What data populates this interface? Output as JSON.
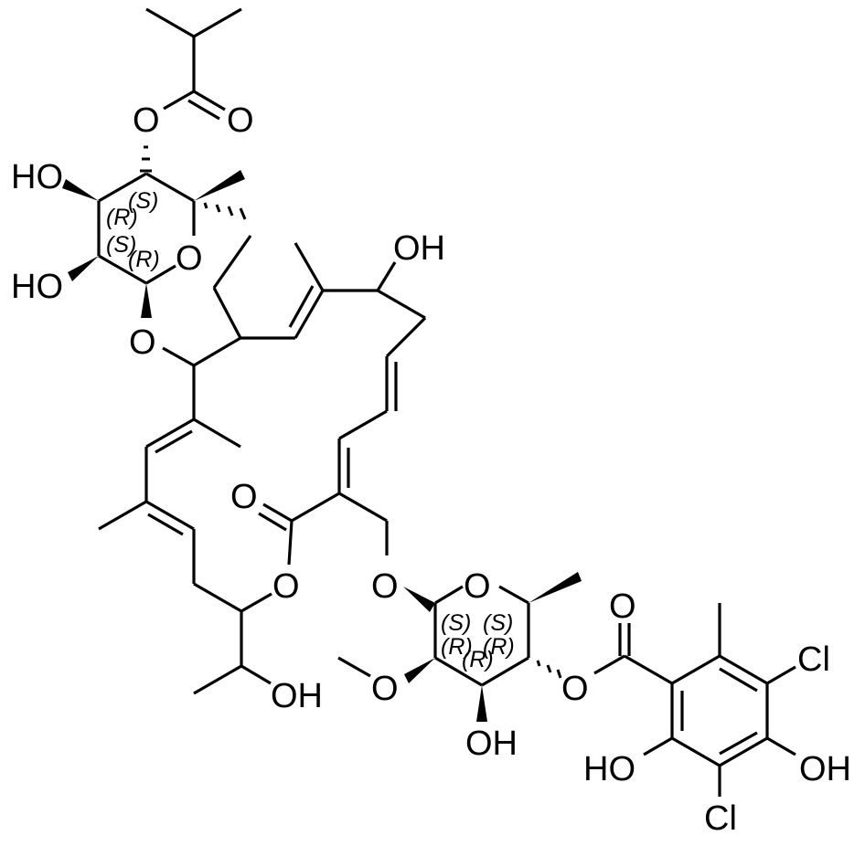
{
  "diagram": {
    "type": "chemical-structure",
    "description": "Macrolide glycoside (tiacumicin/fidaxomicin-type) skeletal formula",
    "colors": {
      "ink": "#000000",
      "background": "#ffffff"
    }
  },
  "labels": {
    "ester_top_O_ring": "O",
    "ester_top_O_carbonyl": "O",
    "sugar1_HO_upper": "HO",
    "sugar1_HO_lower": "HO",
    "sugar1_ring_O": "O",
    "sugar1_glycosidic_O": "O",
    "allylic_OH": "OH",
    "lactone_carbonyl_O": "O",
    "lactone_ring_O": "O",
    "side_chain_OH": "OH",
    "sugar2_linker_O": "O",
    "sugar2_ring_O": "O",
    "sugar2_methoxy_O": "O",
    "sugar2_OH": "OH",
    "sugar2_ester_O": "O",
    "benzoate_carbonyl_O": "O",
    "aryl_Cl_upper": "Cl",
    "aryl_Cl_lower": "Cl",
    "aryl_HO": "HO",
    "aryl_OH": "OH"
  },
  "stereo": {
    "sugar1": [
      "(S)",
      "(R)",
      "(S)",
      "(R)"
    ],
    "sugar2": [
      "(S)",
      "(S)",
      "(R)",
      "(R)",
      "(R)"
    ]
  }
}
